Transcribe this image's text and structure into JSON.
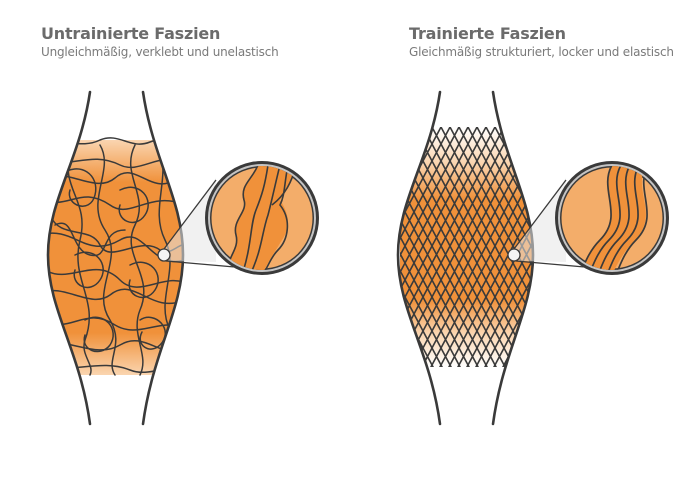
{
  "colors": {
    "orange": "#F0913A",
    "orange_light": "#F3AD6A",
    "orange_pale": "#FAD5B0",
    "line": "#3a3a3a",
    "ring": "#b8b8b8",
    "title": "#6b6b6b",
    "subtitle": "#7a7a7a"
  },
  "panels": [
    {
      "title": "Untrainierte Faszien",
      "subtitle": "Ungleichmäßig, verklebt und unelastisch",
      "structure": "tangled-fibers"
    },
    {
      "title": "Trainierte Faszien",
      "subtitle": "Gleichmäßig strukturiert, locker und elastisch",
      "structure": "diamond-mesh"
    }
  ]
}
